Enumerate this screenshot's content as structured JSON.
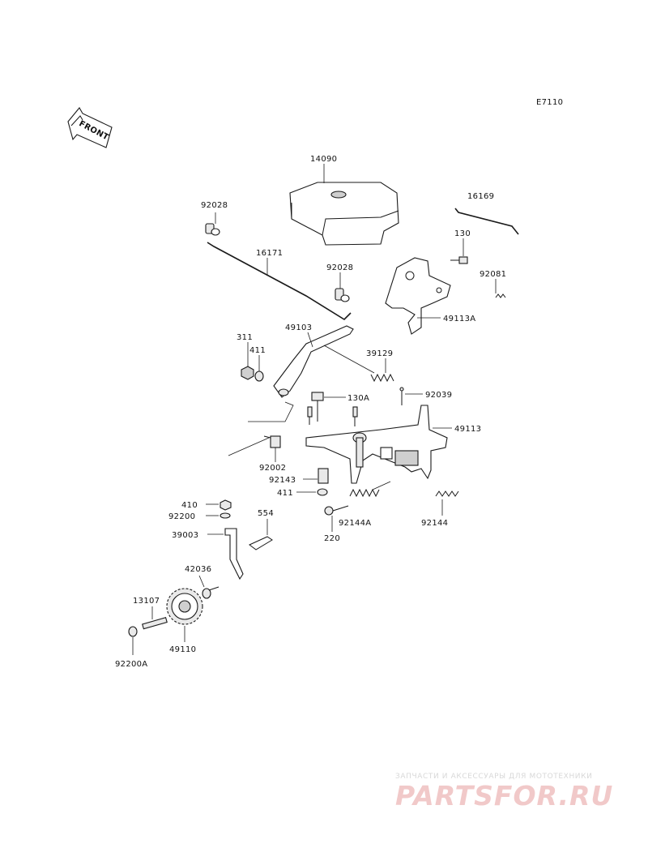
{
  "diagram_code": "E7110",
  "front_label": "FRONT",
  "parts": {
    "p14090": "14090",
    "p16169": "16169",
    "p92028_a": "92028",
    "p16171": "16171",
    "p92028_b": "92028",
    "p130": "130",
    "p92081": "92081",
    "p49113A": "49113A",
    "p49103": "49103",
    "p311": "311",
    "p411_a": "411",
    "p39129": "39129",
    "p130A": "130A",
    "p92039": "92039",
    "p49113": "49113",
    "p92002": "92002",
    "p92143": "92143",
    "p411_b": "411",
    "p410": "410",
    "p92200": "92200",
    "p554": "554",
    "p92144A": "92144A",
    "p92144": "92144",
    "p39003": "39003",
    "p220": "220",
    "p42036": "42036",
    "p13107": "13107",
    "p49110": "49110",
    "p92200A": "92200A"
  },
  "watermark": {
    "small": "ЗАПЧАСТИ И АКСЕССУАРЫ ДЛЯ МОТОТЕХНИКИ",
    "big": "PARTSFOR.RU"
  }
}
